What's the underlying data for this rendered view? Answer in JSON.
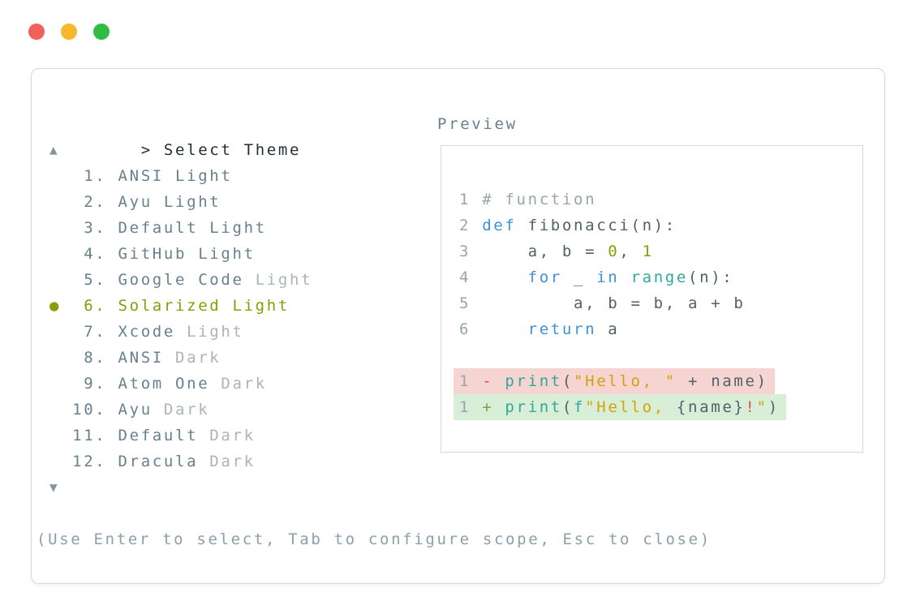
{
  "window": {
    "controls": [
      {
        "name": "close",
        "color_key": "traffic_red"
      },
      {
        "name": "minimize",
        "color_key": "traffic_yellow"
      },
      {
        "name": "zoom",
        "color_key": "traffic_green"
      }
    ]
  },
  "theme_picker": {
    "prompt_symbol": ">",
    "title": "Select Theme",
    "scroll_up_symbol": "▲",
    "scroll_down_symbol": "▼",
    "selected_marker": "●",
    "items": [
      {
        "number": "1.",
        "name": "ANSI Light",
        "variant": "",
        "selected": false
      },
      {
        "number": "2.",
        "name": "Ayu Light",
        "variant": "",
        "selected": false
      },
      {
        "number": "3.",
        "name": "Default Light",
        "variant": "",
        "selected": false
      },
      {
        "number": "4.",
        "name": "GitHub Light",
        "variant": "",
        "selected": false
      },
      {
        "number": "5.",
        "name": "Google Code",
        "variant": "Light",
        "selected": false
      },
      {
        "number": "6.",
        "name": "Solarized Light",
        "variant": "",
        "selected": true
      },
      {
        "number": "7.",
        "name": "Xcode",
        "variant": "Light",
        "selected": false
      },
      {
        "number": "8.",
        "name": "ANSI",
        "variant": "Dark",
        "selected": false
      },
      {
        "number": "9.",
        "name": "Atom One",
        "variant": "Dark",
        "selected": false
      },
      {
        "number": "10.",
        "name": "Ayu",
        "variant": "Dark",
        "selected": false
      },
      {
        "number": "11.",
        "name": "Default",
        "variant": "Dark",
        "selected": false
      },
      {
        "number": "12.",
        "name": "Dracula",
        "variant": "Dark",
        "selected": false
      }
    ],
    "hint": "(Use Enter to select, Tab to configure scope, Esc to close)"
  },
  "preview": {
    "label": "Preview",
    "code_lines": [
      {
        "bg": "",
        "tokens": [
          [
            "ln",
            "1 "
          ],
          [
            "com",
            "# function"
          ]
        ]
      },
      {
        "bg": "",
        "tokens": [
          [
            "ln",
            "2 "
          ],
          [
            "kw",
            "def"
          ],
          [
            "pl",
            " fibonacci(n):"
          ]
        ]
      },
      {
        "bg": "",
        "tokens": [
          [
            "ln",
            "3 "
          ],
          [
            "pl",
            "    a, b = "
          ],
          [
            "num",
            "0"
          ],
          [
            "pl",
            ", "
          ],
          [
            "num",
            "1"
          ]
        ]
      },
      {
        "bg": "",
        "tokens": [
          [
            "ln",
            "4 "
          ],
          [
            "pl",
            "    "
          ],
          [
            "kw",
            "for"
          ],
          [
            "pl",
            " _ "
          ],
          [
            "kw",
            "in"
          ],
          [
            "pl",
            " "
          ],
          [
            "fn",
            "range"
          ],
          [
            "pl",
            "(n):"
          ]
        ]
      },
      {
        "bg": "",
        "tokens": [
          [
            "ln",
            "5 "
          ],
          [
            "pl",
            "        a, b = b, a + b"
          ]
        ]
      },
      {
        "bg": "",
        "tokens": [
          [
            "ln",
            "6 "
          ],
          [
            "pl",
            "    "
          ],
          [
            "kw",
            "return"
          ],
          [
            "pl",
            " a"
          ]
        ]
      },
      {
        "bg": "",
        "tokens": []
      },
      {
        "bg": "del",
        "tokens": [
          [
            "ln",
            "1 "
          ],
          [
            "del",
            "- "
          ],
          [
            "fn",
            "print"
          ],
          [
            "pl",
            "("
          ],
          [
            "str",
            "\"Hello, \""
          ],
          [
            "pl",
            " + name)"
          ]
        ]
      },
      {
        "bg": "add",
        "tokens": [
          [
            "ln",
            "1 "
          ],
          [
            "add",
            "+ "
          ],
          [
            "fn",
            "print"
          ],
          [
            "pl",
            "("
          ],
          [
            "fn",
            "f"
          ],
          [
            "str",
            "\"Hello, "
          ],
          [
            "pl",
            "{name}"
          ],
          [
            "bang",
            "!"
          ],
          [
            "str",
            "\""
          ],
          [
            "pl",
            ")"
          ]
        ]
      }
    ]
  },
  "colors": {
    "accent_selected": "#8a9c07",
    "item_text": "#68818e",
    "item_variant_dim": "#a9b5bb",
    "title_text": "#222f38",
    "hint_text": "#8ba0a9",
    "arrow_gray": "#81949f",
    "line_number": "#97a6ac",
    "comment": "#97a6ac",
    "keyword_blue": "#4090dc",
    "function_teal": "#2ea89c",
    "number_olive": "#8a9c07",
    "string_yellow": "#d2a40b",
    "diff_minus_red": "#de4f49",
    "diff_plus_green": "#7ba23a",
    "exclaim_orange": "#d0564e",
    "diff_removed_bg": "#f6d4d1",
    "diff_added_bg": "#d9eed6",
    "code_text": "#4f626c",
    "panel_border": "#d8d8d8",
    "preview_border": "#d3d8d9",
    "traffic_red": "#f2605a",
    "traffic_yellow": "#f6b82f",
    "traffic_green": "#2fbe41"
  }
}
